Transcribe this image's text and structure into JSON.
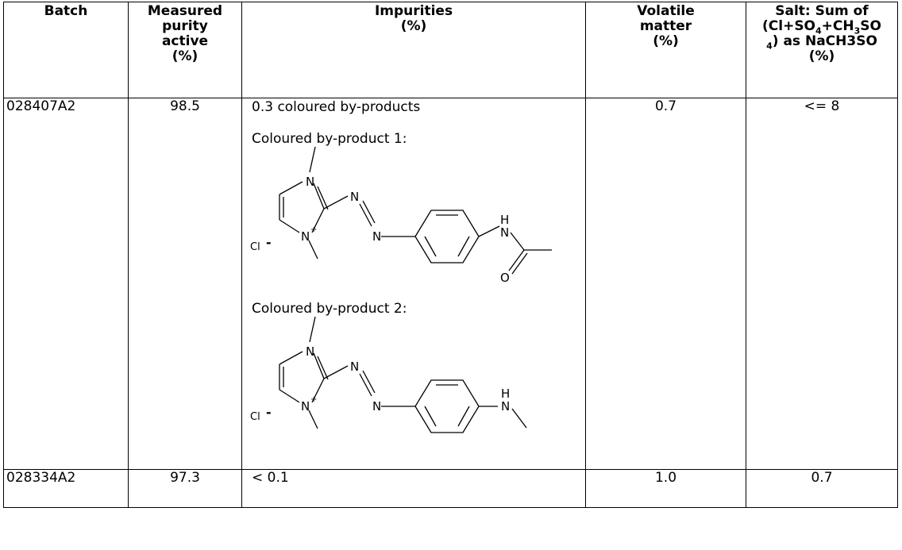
{
  "headers": {
    "batch": "Batch",
    "purity": [
      "Measured",
      "purity",
      "active",
      "(%)"
    ],
    "impurities": [
      "Impurities",
      "(%)"
    ],
    "volatile": [
      "Volatile",
      "matter",
      "(%)"
    ],
    "salt": {
      "line1": "Salt: Sum of",
      "line2a": "(Cl+SO",
      "sub1": "4",
      "line2b": "+CH",
      "sub2": "3",
      "line2c": "SO",
      "sub3": "4",
      "line3b": ") as NaCH3SO",
      "line4": "(%)"
    }
  },
  "rows": [
    {
      "batch": "028407A2",
      "purity": "98.5",
      "impurity_summary": "0.3 coloured by-products",
      "byproduct1_label": "Coloured by-product 1:",
      "byproduct2_label": "Coloured by-product 2:",
      "volatile": "0.7",
      "salt": "<= 8"
    },
    {
      "batch": "028334A2",
      "purity": "97.3",
      "impurity_summary": "< 0.1",
      "volatile": "1.0",
      "salt": "0.7"
    }
  ],
  "structure_labels": {
    "n": "N",
    "n_plus": "N",
    "plus": "+",
    "h": "H",
    "o": "O",
    "counterion": "Cl",
    "minus": "-"
  }
}
